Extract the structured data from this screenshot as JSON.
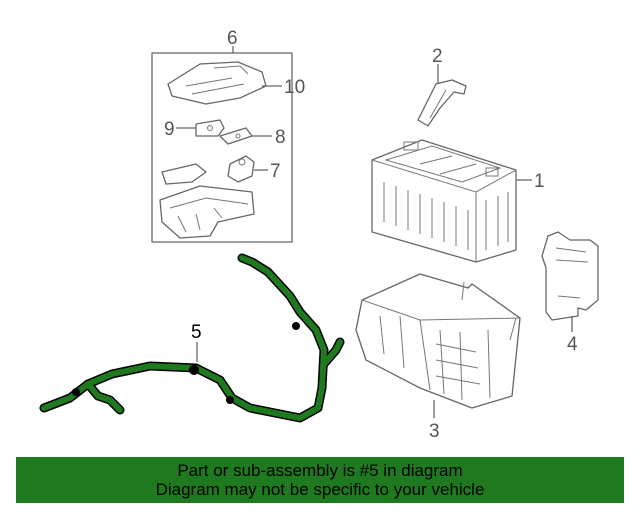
{
  "callouts": {
    "c1": "1",
    "c2": "2",
    "c3": "3",
    "c4": "4",
    "c5": "5",
    "c6": "6",
    "c7": "7",
    "c8": "8",
    "c9": "9",
    "c10": "10"
  },
  "highlighted_part": "5",
  "colors": {
    "highlight": "#1f7a1f",
    "linework": "#666666",
    "banner_background": "#1f7a1f"
  },
  "banner": {
    "line1": "Part or sub-assembly is #5 in diagram",
    "line2": "Diagram may not be specific to your vehicle"
  }
}
